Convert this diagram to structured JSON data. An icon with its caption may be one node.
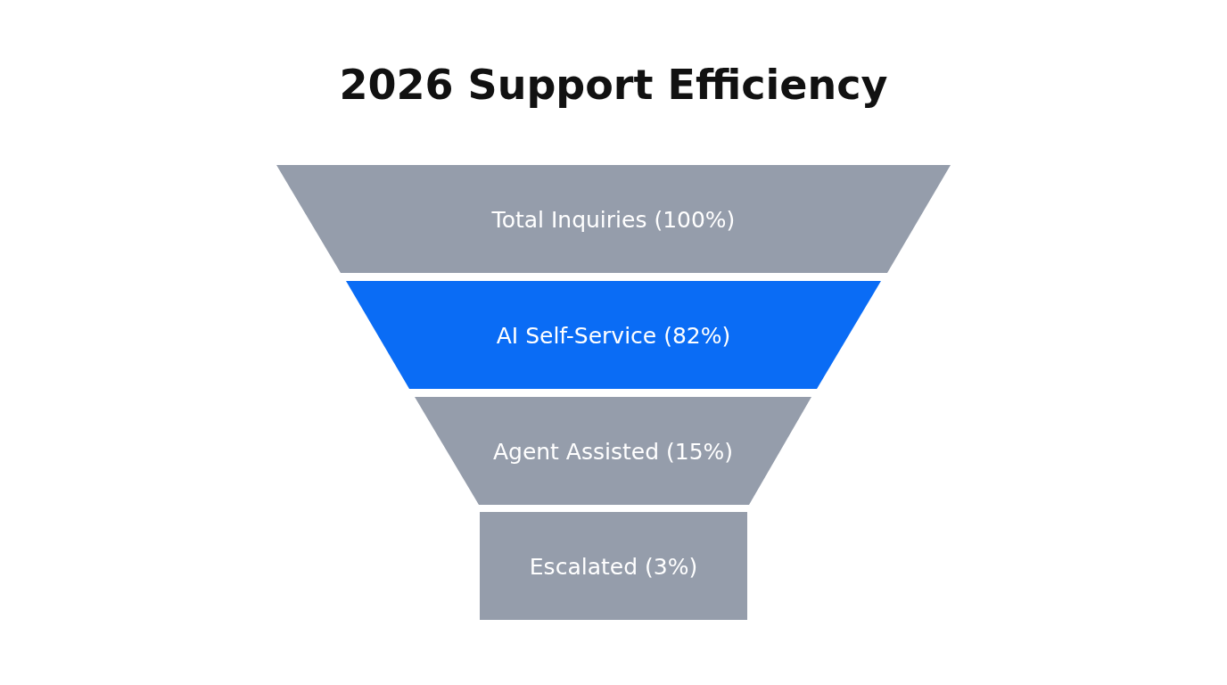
{
  "diagram": {
    "title": "2026 Support Efficiency",
    "nodes": [
      {
        "text": [
          "Total Inquiries (100%)"
        ]
      },
      {
        "text": [
          "AI Self-Service (82%)"
        ]
      },
      {
        "text": [
          "Agent Assisted (15%)"
        ]
      },
      {
        "text": [
          "Escalated (3%)"
        ]
      }
    ]
  }
}
